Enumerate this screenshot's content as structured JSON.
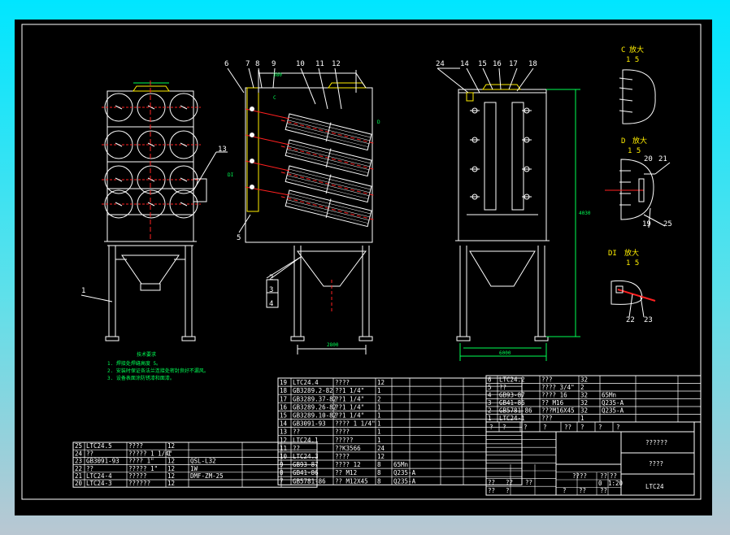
{
  "callouts": {
    "side": [
      "6",
      "7",
      "8",
      "9",
      "10",
      "11",
      "12"
    ],
    "right": [
      "24",
      "14",
      "15",
      "16",
      "17",
      "18"
    ],
    "c13": "13",
    "c1": "1",
    "c5": "5",
    "c234": [
      "2",
      "3",
      "4"
    ],
    "detail_num": [
      "20",
      "21",
      "19",
      "25",
      "22",
      "23"
    ]
  },
  "details": {
    "c": {
      "letter": "C",
      "label": "放大",
      "scale": "1 5"
    },
    "d": {
      "letter": "D",
      "label": "放大",
      "scale": "1 5"
    },
    "di": {
      "letter": "DI",
      "label": "放大",
      "scale": "1 5"
    }
  },
  "dims": {
    "d1": "380",
    "d2": "2800",
    "d3": "6000",
    "d4": "4030"
  },
  "marks": {
    "C": "C",
    "D": "D",
    "DI": "DI"
  },
  "notes": {
    "title": "技术要求",
    "lines": [
      "1. 焊接处焊缝高度 5。",
      "2. 安装时保证各法兰连接处密封良好不漏风。",
      "3. 设备表面涂防锈漆和面漆。"
    ]
  },
  "bom_mid": [
    {
      "n": "19",
      "code": "LTC24.4",
      "name": "????",
      "q": "12",
      "m": "",
      "r": ""
    },
    {
      "n": "18",
      "code": "GB3289.2-82",
      "name": "??1 1/4\"",
      "q": "1",
      "m": "",
      "r": ""
    },
    {
      "n": "17",
      "code": "GB3289.37-82",
      "name": "??1 1/4\"",
      "q": "2",
      "m": "",
      "r": ""
    },
    {
      "n": "16",
      "code": "GB3289.26-82",
      "name": "??1 1/4\"",
      "q": "1",
      "m": "",
      "r": ""
    },
    {
      "n": "15",
      "code": "GB3289.10-82",
      "name": "??1 1/4\"",
      "q": "1",
      "m": "",
      "r": ""
    },
    {
      "n": "14",
      "code": "GB3091-93",
      "name": "???? 1 1/4\"",
      "q": "1",
      "m": "",
      "r": ""
    },
    {
      "n": "13",
      "code": "??",
      "name": "????",
      "q": "1",
      "m": "",
      "r": ""
    },
    {
      "n": "12",
      "code": "LTC24.1",
      "name": "?????",
      "q": "1",
      "m": "",
      "r": ""
    },
    {
      "n": "11",
      "code": "??",
      "name": "??K3566",
      "q": "24",
      "m": "",
      "r": ""
    },
    {
      "n": "10",
      "code": "LTC24.3",
      "name": "????",
      "q": "12",
      "m": "",
      "r": ""
    },
    {
      "n": "9",
      "code": "GB93-87",
      "name": "???? 12",
      "q": "8",
      "m": "65Mn",
      "r": ""
    },
    {
      "n": "8",
      "code": "GB41-86",
      "name": "?? M12",
      "q": "8",
      "m": "Q235-A",
      "r": ""
    },
    {
      "n": "7",
      "code": "GB5781-86",
      "name": "?? M12X45",
      "q": "8",
      "m": "Q235-A",
      "r": ""
    }
  ],
  "bom_left": [
    {
      "n": "25",
      "code": "LTC24.5",
      "name": "????",
      "q": "12",
      "m": ""
    },
    {
      "n": "24",
      "code": "??",
      "name": "????? 1 1/4\"",
      "q": "1",
      "m": ""
    },
    {
      "n": "23",
      "code": "GB3091-93",
      "name": "???? 1\"",
      "q": "12",
      "m": "QSL-L32"
    },
    {
      "n": "22",
      "code": "??",
      "name": "????? 1\"",
      "q": "12",
      "m": "1W"
    },
    {
      "n": "21",
      "code": "LTC24-4",
      "name": "?????",
      "q": "12",
      "m": "DMF-ZM-25"
    },
    {
      "n": "20",
      "code": "LTC24-3",
      "name": "??????",
      "q": "12",
      "m": ""
    }
  ],
  "bom_right": [
    {
      "n": "6",
      "code": "LTC24.2",
      "name": "???",
      "q": "32",
      "m": ""
    },
    {
      "n": "5",
      "code": "??",
      "name": "???? 3/4\"",
      "q": "2",
      "m": ""
    },
    {
      "n": "4",
      "code": "GB93-87",
      "name": "???? 16",
      "q": "32",
      "m": "65Mn"
    },
    {
      "n": "3",
      "code": "GB41-86",
      "name": "?? M16",
      "q": "32",
      "m": "Q235-A"
    },
    {
      "n": "2",
      "code": "GB5781-86",
      "name": "???M16X45",
      "q": "32",
      "m": "Q235-A"
    },
    {
      "n": "1",
      "code": "LTC24-1",
      "name": "???",
      "q": "1",
      "m": ""
    }
  ],
  "bom_head": [
    "?",
    "?",
    "?",
    "?",
    "??",
    "?",
    "?",
    "?"
  ],
  "title_block": {
    "name1": "??????",
    "name2": "????",
    "drawing_no": "LTC24",
    "scale": "1:20",
    "sheet": "0",
    "cells": [
      "????",
      "??",
      "??",
      "??",
      "??",
      "??",
      "??",
      "?",
      "?",
      "??",
      "??"
    ]
  }
}
